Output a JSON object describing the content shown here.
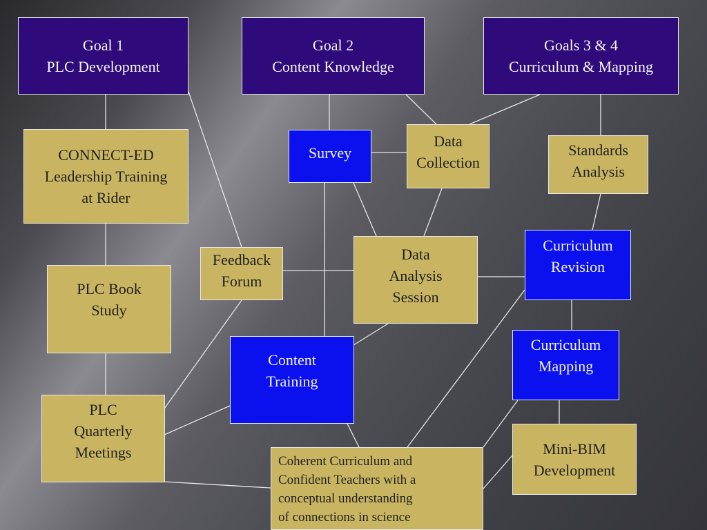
{
  "colors": {
    "goal_fill": "#2f0a7a",
    "tan_fill": "#c9b561",
    "blue_fill": "#0a10ee",
    "connector": "#e6e6e6"
  },
  "nodes": {
    "goal1": "Goal 1\nPLC Development",
    "goal2": "Goal 2\nContent Knowledge",
    "goal34": "Goals 3 & 4\nCurriculum & Mapping",
    "connect_ed": "CONNECT-ED\nLeadership Training\nat Rider",
    "survey": "Survey",
    "data_collection": "Data\nCollection",
    "standards_analysis": "Standards\nAnalysis",
    "feedback_forum": "Feedback\nForum",
    "data_analysis_session": "Data\nAnalysis\nSession",
    "curriculum_revision": "Curriculum\nRevision",
    "plc_book_study": "PLC Book\nStudy",
    "content_training": "Content\nTraining",
    "curriculum_mapping": "Curriculum\nMapping",
    "plc_quarterly_meetings": "PLC\nQuarterly\nMeetings",
    "mini_bim": "Mini-BIM\nDevelopment",
    "outcome": "Coherent Curriculum and\nConfident Teachers with a\nconceptual understanding\nof connections in science"
  }
}
